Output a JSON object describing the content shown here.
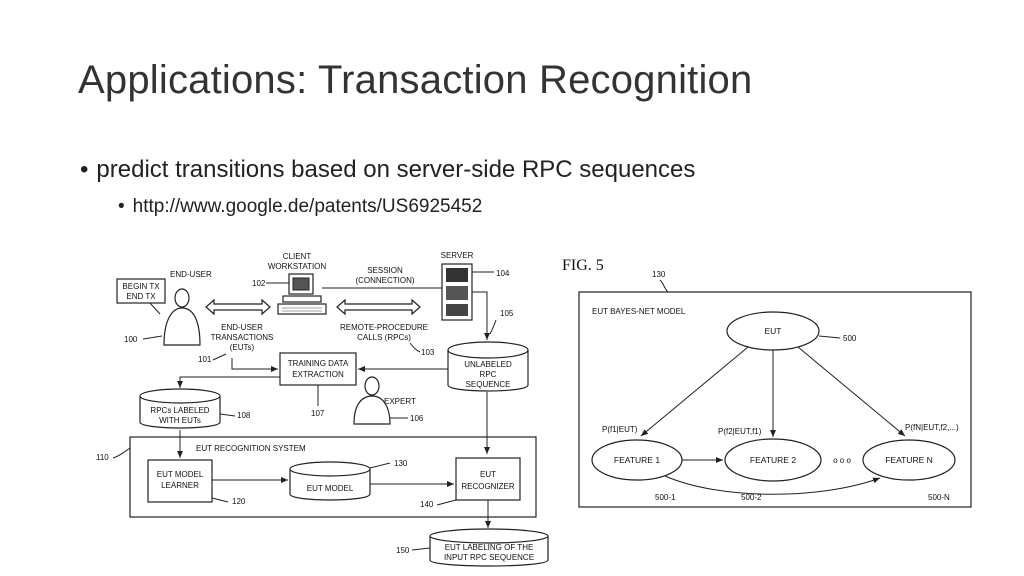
{
  "slide": {
    "title": "Applications: Transaction Recognition",
    "bullet1": "predict transitions based on server-side RPC sequences",
    "bullet2": "http://www.google.de/patents/US6925452",
    "bullet_glyph": "•"
  },
  "left_diagram": {
    "begin_end_tx": [
      "BEGIN TX",
      "END TX"
    ],
    "end_user": "END-USER",
    "client_workstation": [
      "CLIENT",
      "WORKSTATION"
    ],
    "session": [
      "SESSION",
      "(CONNECTION)"
    ],
    "server": "SERVER",
    "end_user_transactions": [
      "END-USER",
      "TRANSACTIONS",
      "(EUTs)"
    ],
    "rpc_calls": [
      "REMOTE-PROCEDURE",
      "CALLS (RPCs)"
    ],
    "training": [
      "TRAINING DATA",
      "EXTRACTION"
    ],
    "unlabeled": [
      "UNLABELED",
      "RPC",
      "SEQUENCE"
    ],
    "rpcs_labeled": [
      "RPCs LABELED",
      "WITH EUTs"
    ],
    "expert": "EXPERT",
    "system_title": "EUT RECOGNITION SYSTEM",
    "learner": [
      "EUT MODEL",
      "LEARNER"
    ],
    "eut_model": "EUT MODEL",
    "recognizer": [
      "EUT",
      "RECOGNIZER"
    ],
    "output": [
      "EUT LABELING OF THE",
      "INPUT RPC SEQUENCE"
    ],
    "refs": {
      "r100": "100",
      "r101": "101",
      "r102": "102",
      "r103": "103",
      "r104": "104",
      "r105": "105",
      "r106": "106",
      "r107": "107",
      "r108": "108",
      "r110": "110",
      "r120": "120",
      "r130": "130",
      "r140": "140",
      "r150": "150"
    }
  },
  "right_diagram": {
    "fig_label": "FIG. 5",
    "ref130": "130",
    "model_title": "EUT BAYES-NET MODEL",
    "eut": "EUT",
    "ref500": "500",
    "p1": "P(f1|EUT)",
    "p2": "P(f2|EUT,f1)",
    "pn": "P(fN|EUT,f2,...)",
    "feature1": "FEATURE 1",
    "feature2": "FEATURE 2",
    "featureN": "FEATURE N",
    "ellipsis": "o  o  o",
    "ref500_1": "500-1",
    "ref500_2": "500-2",
    "ref500_n": "500-N"
  }
}
